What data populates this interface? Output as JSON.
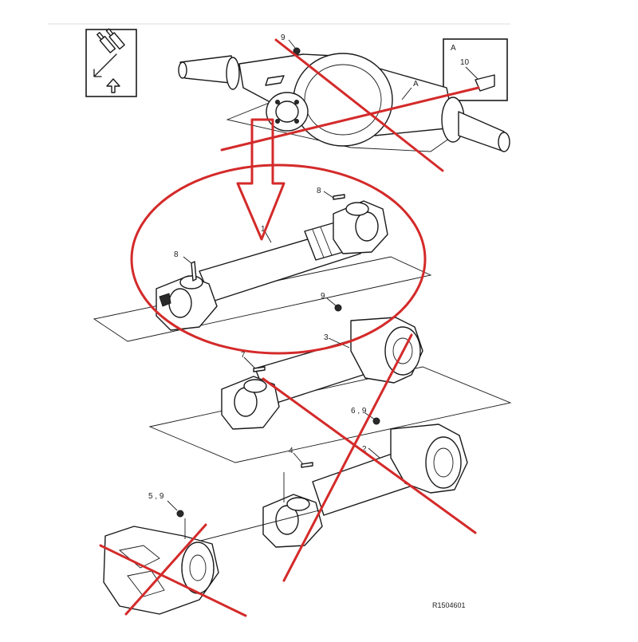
{
  "icons": {
    "view_symbol": "component-view-icon",
    "detail_part": "wedge-part-icon"
  },
  "detail_box": {
    "letter": "A",
    "number": "10"
  },
  "callouts": {
    "axle_bolt": "9",
    "axle_ref": "A",
    "shaft1_bolt": "8",
    "shaft1_bolt_left": "8",
    "shaft1_ref": "1",
    "shaft2_nut": "9",
    "shaft2_ref": "3",
    "shaft2_bolt": "7",
    "shaft3_nut": "6 , 9",
    "shaft3_ref": "2",
    "shaft3_bolt": "4",
    "gearbox_nut": "5 , 9"
  },
  "figure_code": "R1504601",
  "colors": {
    "linework": "#1a1a1a",
    "annotation_red": "#d42a2a",
    "background": "#ffffff"
  }
}
